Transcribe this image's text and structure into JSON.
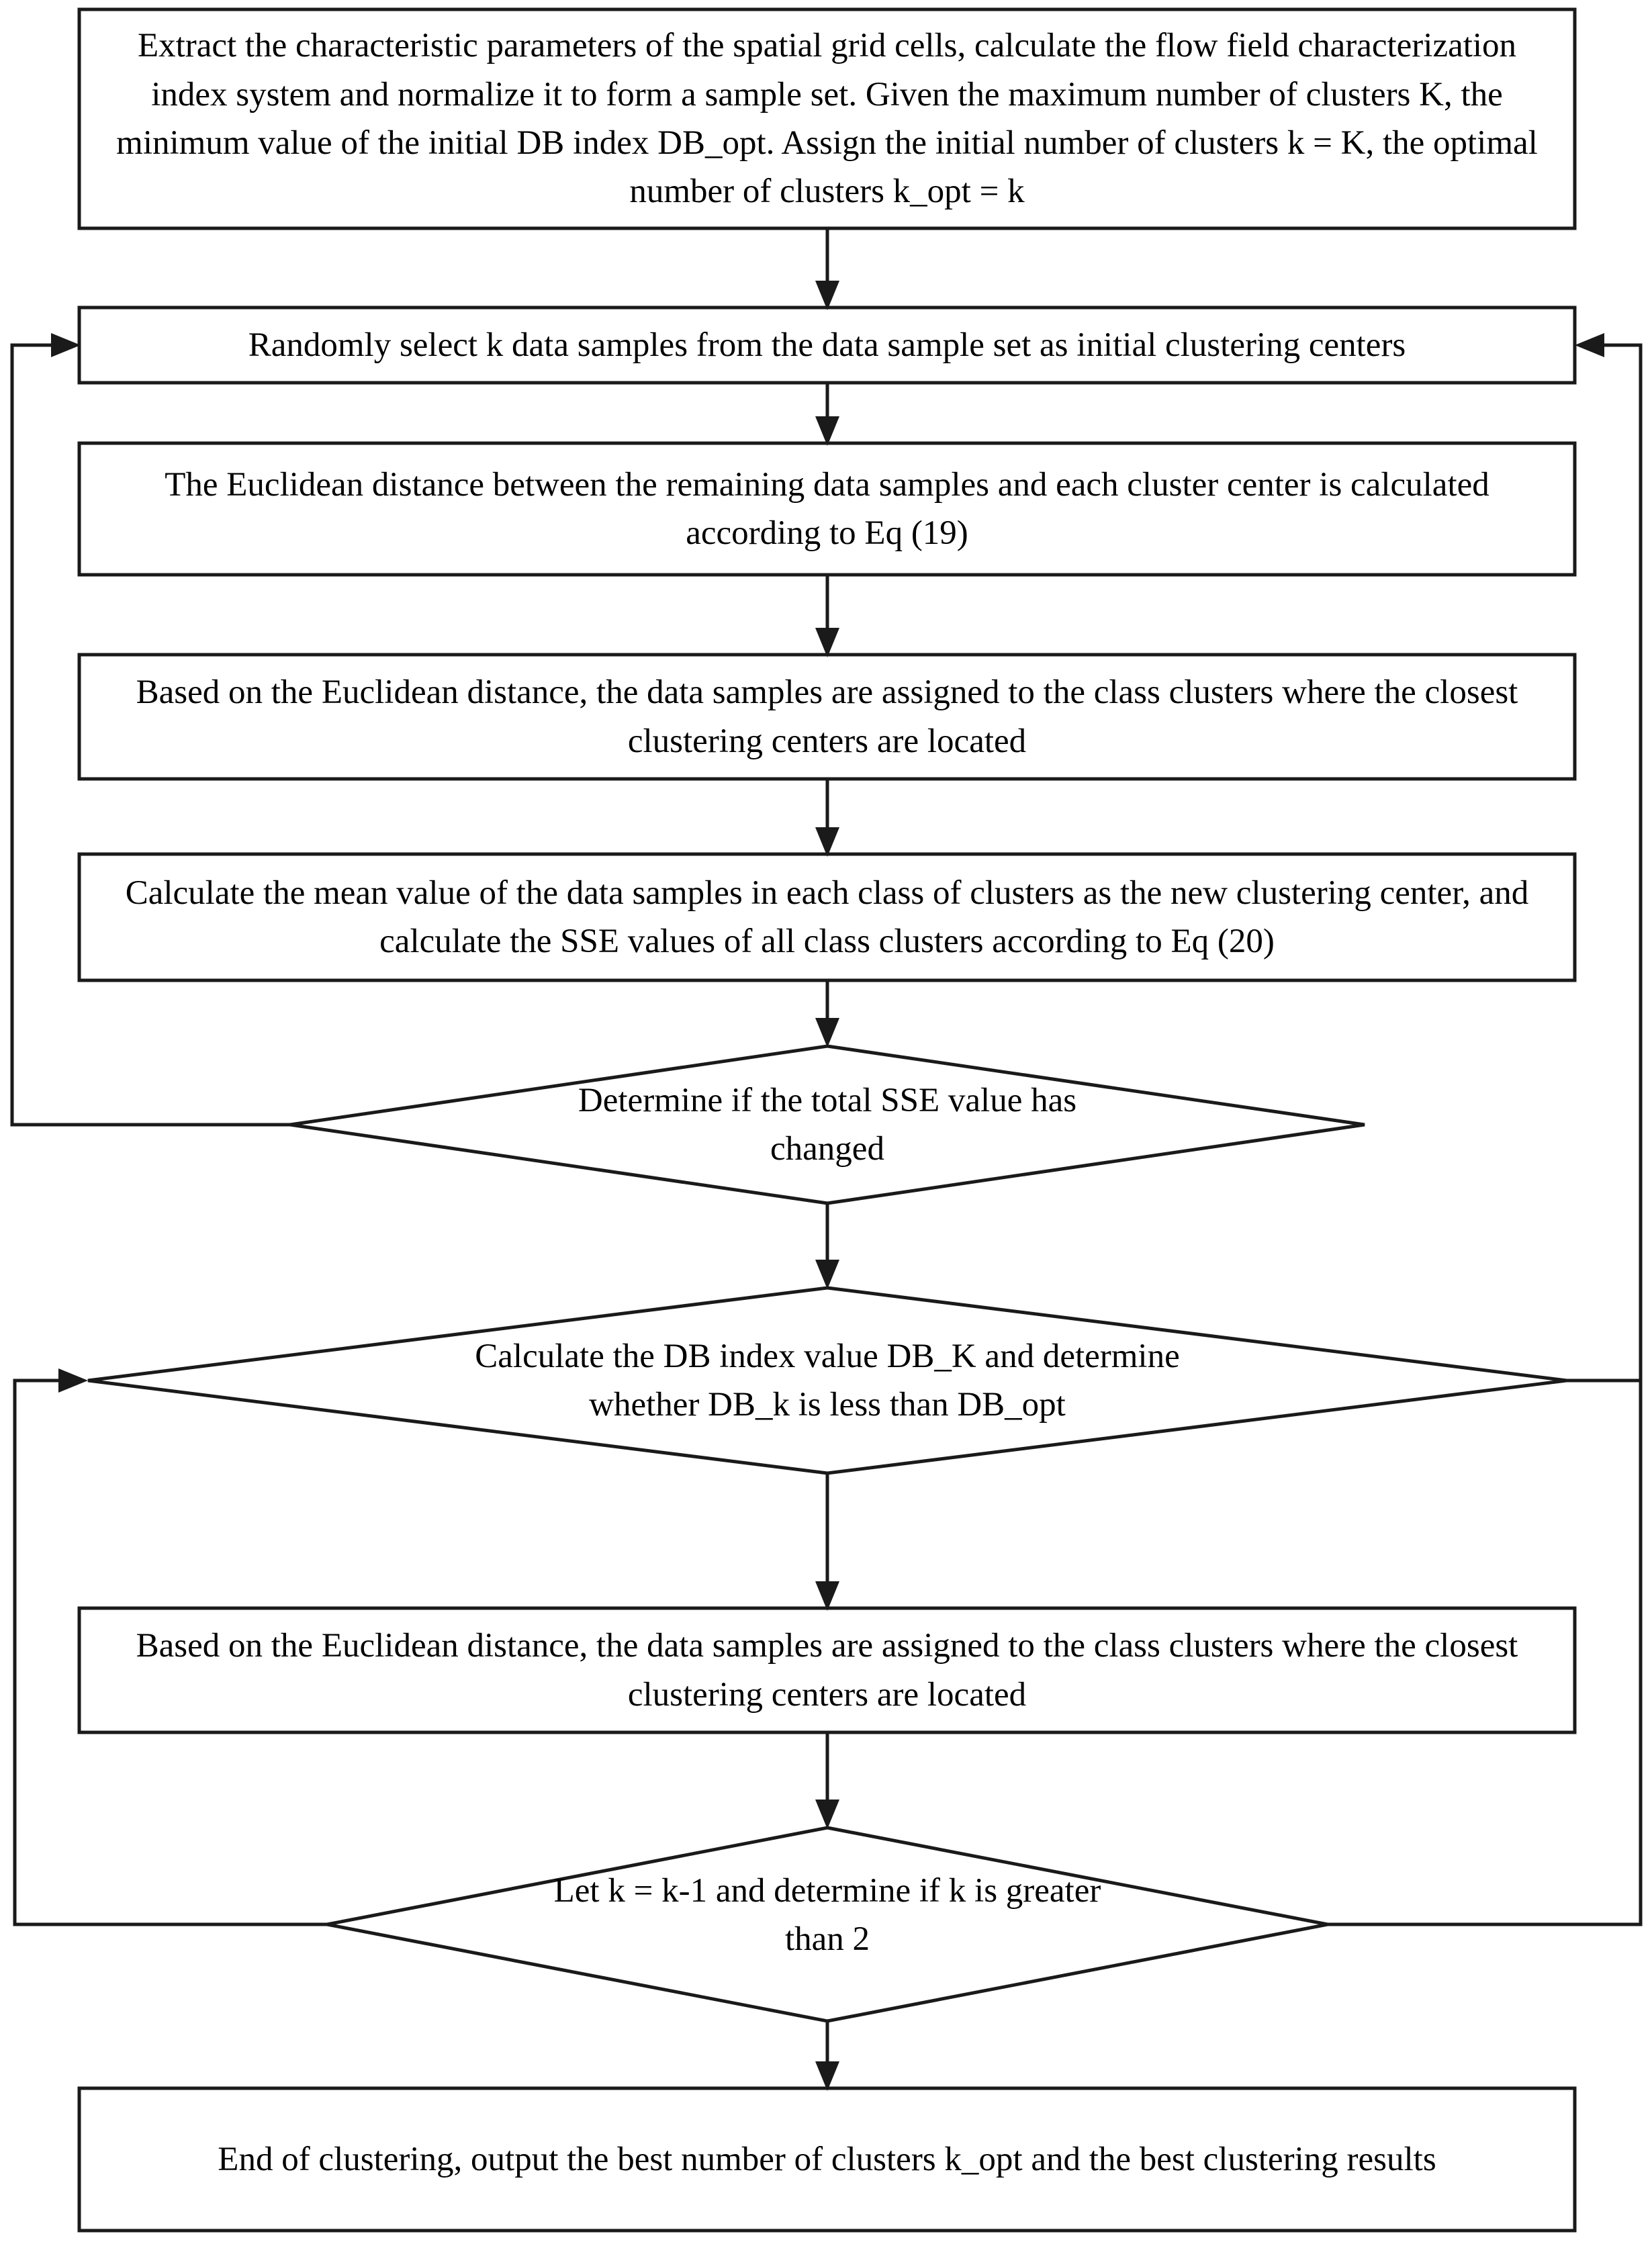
{
  "diagram": {
    "type": "flowchart",
    "title": "K-means clustering with DB index optimal cluster number selection",
    "orientation": "top-to-bottom",
    "colors": {
      "background": "#ffffff",
      "shape_fill": "#ffffff",
      "stroke": "#1a1a1a",
      "text": "#000000"
    },
    "nodes": [
      {
        "id": "n1",
        "shape": "process",
        "text": "Extract the characteristic parameters of the spatial grid cells, calculate the flow field characterization index system and normalize it to form a sample set. Given the maximum number of clusters K, the minimum value of the initial DB index DB_opt. Assign the initial number of clusters k = K, the optimal number of clusters k_opt = k"
      },
      {
        "id": "n2",
        "shape": "process",
        "text": "Randomly select k data samples from the data sample set as initial clustering centers"
      },
      {
        "id": "n3",
        "shape": "process",
        "text": "The Euclidean distance between the remaining data samples and each cluster center is calculated according to Eq (19)"
      },
      {
        "id": "n4",
        "shape": "process",
        "text": "Based on the Euclidean distance, the data samples are assigned to the class clusters where the closest clustering centers are located"
      },
      {
        "id": "n5",
        "shape": "process",
        "text": "Calculate the mean value of the data samples in each class of clusters as the new clustering center, and calculate the SSE values of all class clusters according to Eq (20)"
      },
      {
        "id": "n6",
        "shape": "decision",
        "text": "Determine if the total SSE value has changed"
      },
      {
        "id": "n7",
        "shape": "decision",
        "text": "Calculate the DB index value DB_K and determine whether DB_k is less than DB_opt"
      },
      {
        "id": "n8",
        "shape": "process",
        "text": "Based on the Euclidean distance, the data samples are assigned to the class clusters where the closest clustering centers are located"
      },
      {
        "id": "n9",
        "shape": "decision",
        "text": "Let k = k-1 and determine if k is greater than 2"
      },
      {
        "id": "n10",
        "shape": "process",
        "text": "End of clustering, output the best number of clusters k_opt and the best clustering results"
      }
    ],
    "edges": [
      {
        "from": "n1",
        "to": "n2",
        "kind": "straight-down"
      },
      {
        "from": "n2",
        "to": "n3",
        "kind": "straight-down"
      },
      {
        "from": "n3",
        "to": "n4",
        "kind": "straight-down"
      },
      {
        "from": "n4",
        "to": "n5",
        "kind": "straight-down"
      },
      {
        "from": "n5",
        "to": "n6",
        "kind": "straight-down"
      },
      {
        "from": "n6",
        "to": "n2",
        "kind": "loop-left"
      },
      {
        "from": "n6",
        "to": "n7",
        "kind": "straight-down"
      },
      {
        "from": "n7",
        "to": "n2",
        "kind": "loop-right"
      },
      {
        "from": "n7",
        "to": "n8",
        "kind": "straight-down"
      },
      {
        "from": "n8",
        "to": "n9",
        "kind": "straight-down"
      },
      {
        "from": "n9",
        "to": "n7",
        "kind": "loop-left"
      },
      {
        "from": "n9",
        "to": "n10",
        "kind": "straight-down"
      }
    ]
  }
}
